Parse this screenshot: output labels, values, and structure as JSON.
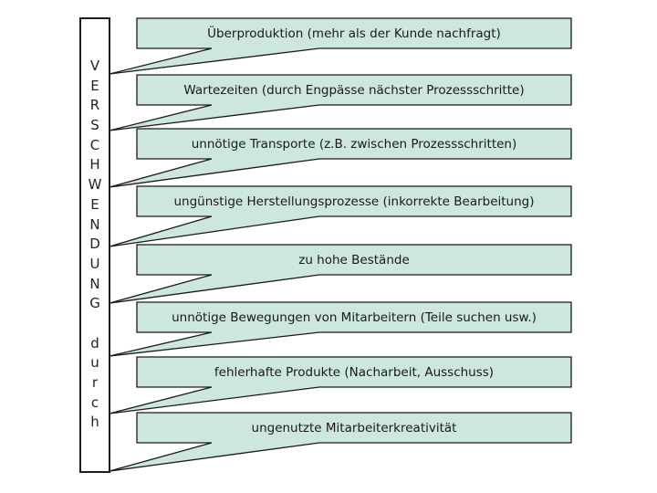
{
  "title_vertical": {
    "word1": [
      "V",
      "E",
      "R",
      "S",
      "C",
      "H",
      "W",
      "E",
      "N",
      "D",
      "U",
      "N",
      "G"
    ],
    "word2": [
      "d",
      "u",
      "r",
      "c",
      "h"
    ]
  },
  "colors": {
    "box_fill": "#cde6e0",
    "stroke": "#1a1a1a"
  },
  "items": [
    {
      "label": "Überproduktion (mehr als der Kunde nachfragt)"
    },
    {
      "label": "Wartezeiten (durch Engpässe nächster Prozessschritte)"
    },
    {
      "label": "unnötige Transporte (z.B. zwischen Prozessschritten)"
    },
    {
      "label": "ungünstige Herstellungsprozesse (inkorrekte Bearbeitung)"
    },
    {
      "label": "zu hohe Bestände"
    },
    {
      "label": "unnötige Bewegungen von Mitarbeitern (Teile suchen usw.)"
    },
    {
      "label": "fehlerhafte Produkte (Nacharbeit, Ausschuss)"
    },
    {
      "label": "ungenutzte Mitarbeiterkreativität"
    }
  ]
}
